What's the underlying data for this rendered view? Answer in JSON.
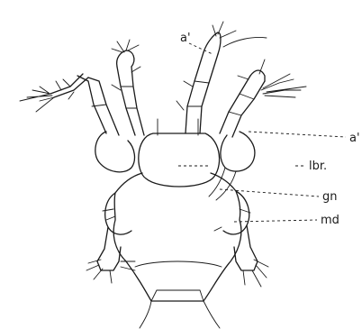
{
  "figure": {
    "labels": {
      "antenna_upper": "a'",
      "antenna_right": "a'",
      "labrum": "lbr.",
      "gnathobase": "gn",
      "mandible": "md"
    }
  }
}
